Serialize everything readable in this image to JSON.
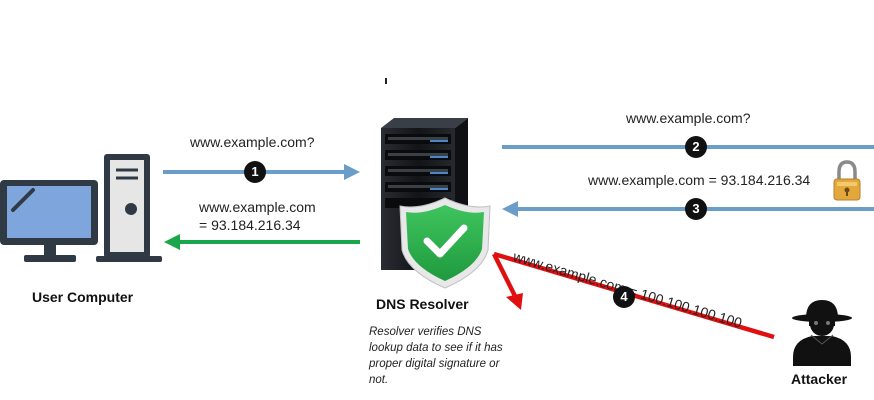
{
  "labels": {
    "user_computer": "User Computer",
    "dns_resolver": "DNS Resolver",
    "attacker": "Attacker"
  },
  "messages": {
    "query_1": "www.example.com?",
    "reply_to_user_line1": "www.example.com",
    "reply_to_user_line2": "= 93.184.216.34",
    "query_2": "www.example.com?",
    "reply_3": "www.example.com = 93.184.216.34",
    "attack_4": "www.example.com = 100.100.100.100"
  },
  "steps": [
    "1",
    "2",
    "3",
    "4"
  ],
  "note": "Resolver verifies DNS lookup data to see if it has proper digital signature or not.",
  "colors": {
    "query_arrow": "#6a9ec8",
    "reply_arrow": "#1aa64a",
    "attack_arrow": "#e01010",
    "shield": "#2bb24c",
    "server": "#1b1d22",
    "monitor": "#7ea6dc"
  }
}
